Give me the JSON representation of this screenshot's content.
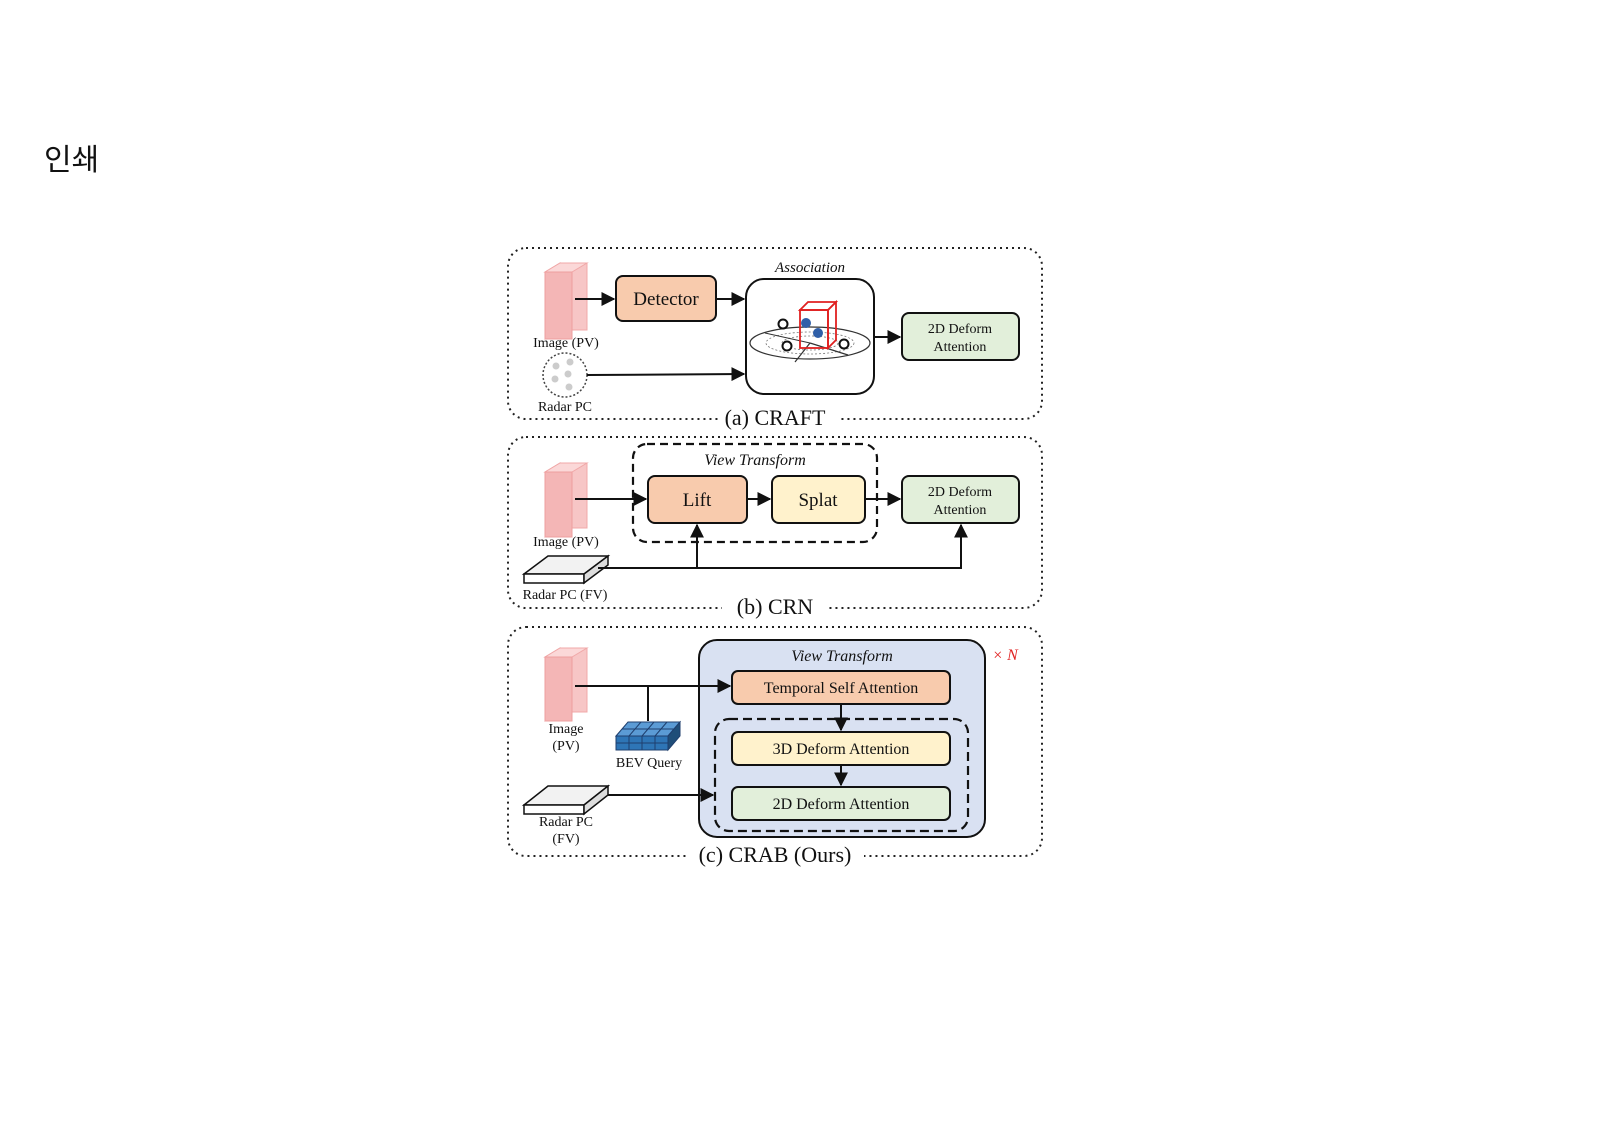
{
  "header": {
    "text": "인쇄"
  },
  "panel_a": {
    "caption": "(a) CRAFT",
    "image_label": "Image (PV)",
    "radar_label": "Radar PC",
    "detector_label": "Detector",
    "association_label": "Association",
    "deform_line1": "2D Deform",
    "deform_line2": "Attention"
  },
  "panel_b": {
    "caption": "(b) CRN",
    "image_label": "Image (PV)",
    "radar_label": "Radar PC (FV)",
    "view_transform_label": "View Transform",
    "lift_label": "Lift",
    "splat_label": "Splat",
    "deform_line1": "2D Deform",
    "deform_line2": "Attention"
  },
  "panel_c": {
    "caption": "(c) CRAB (Ours)",
    "image_line1": "Image",
    "image_line2": "(PV)",
    "bev_label": "BEV Query",
    "radar_line1": "Radar PC",
    "radar_line2": "(FV)",
    "view_transform_label": "View Transform",
    "repeat_label": "× N",
    "tsa_label": "Temporal Self Attention",
    "deform3d_label": "3D Deform Attention",
    "deform2d_label": "2D Deform Attention"
  },
  "colors": {
    "detector_fill": "#f8cbad",
    "splat_fill": "#fff2cc",
    "deform_fill": "#e2efda",
    "view_transform_fill": "#d9e1f2",
    "image_plane": "#f4b6b6",
    "repeat_label": "#e02020",
    "bev_grid": "#2e75b6"
  }
}
